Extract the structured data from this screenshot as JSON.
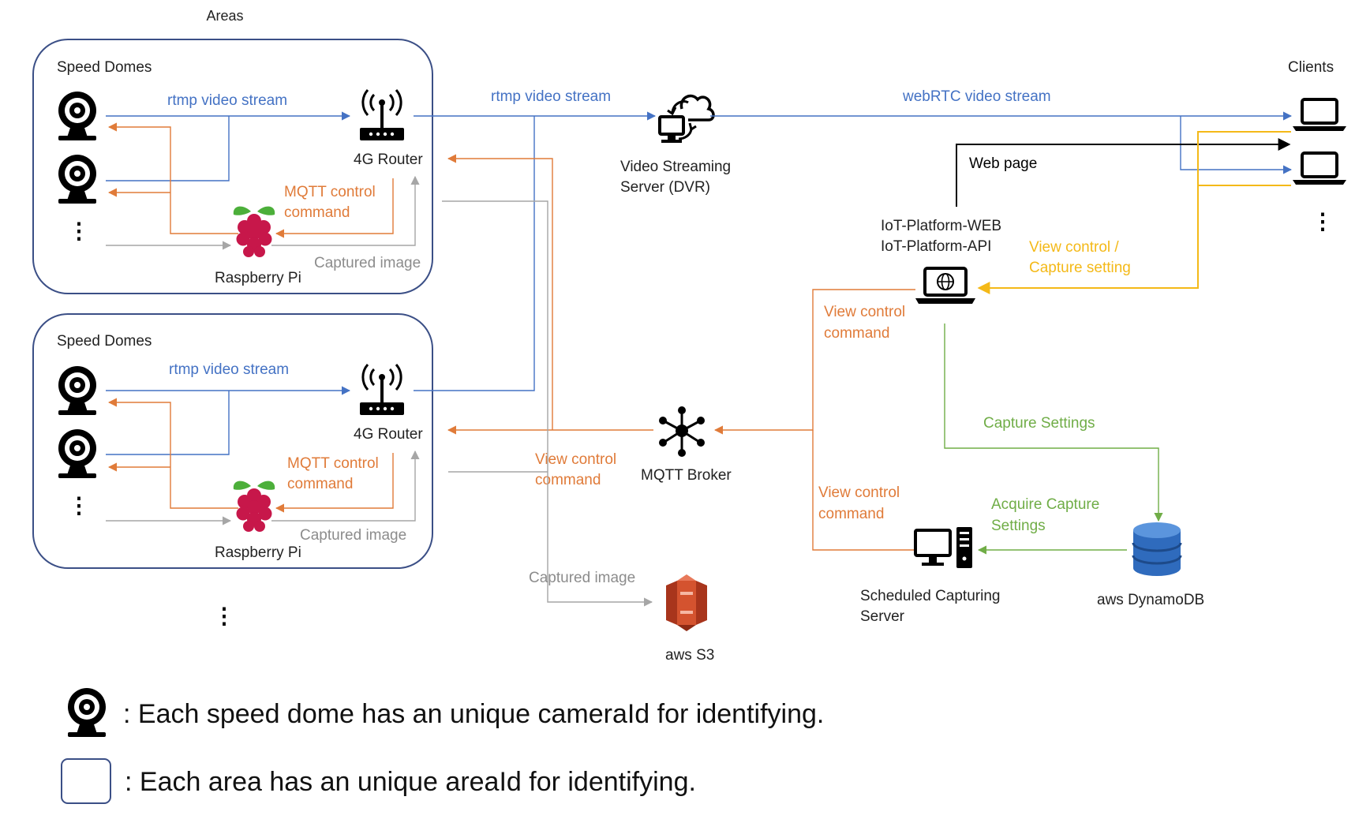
{
  "areas": {
    "title": "Areas",
    "blocks": [
      {
        "title": "Speed Domes",
        "stream_label": "rtmp video stream",
        "router_label": "4G Router",
        "mqtt_label_1": "MQTT control",
        "mqtt_label_2": "command",
        "captured_label": "Captured image",
        "pi_label": "Raspberry Pi"
      },
      {
        "title": "Speed Domes",
        "stream_label": "rtmp video stream",
        "router_label": "4G Router",
        "mqtt_label_1": "MQTT control",
        "mqtt_label_2": "command",
        "captured_label": "Captured image",
        "pi_label": "Raspberry Pi"
      }
    ],
    "ellipsis": "⋮"
  },
  "center": {
    "rtmp_label": "rtmp video stream",
    "vss_label_1": "Video Streaming",
    "vss_label_2": "Server (DVR)",
    "webrtc_label": "webRTC video stream",
    "mqtt_broker_label": "MQTT Broker",
    "view_control_1": "View control",
    "view_control_2": "command",
    "captured_label": "Captured image",
    "s3_label": "aws S3"
  },
  "right": {
    "clients_label": "Clients",
    "web_page_label": "Web page",
    "iot_web_label": "IoT-Platform-WEB",
    "iot_api_label": "IoT-Platform-API",
    "view_capture_1": "View control /",
    "view_capture_2": "Capture setting",
    "view_cmd_1": "View control",
    "view_cmd_2": "command",
    "capture_settings_label": "Capture Settings",
    "view_cmd2_1": "View control",
    "view_cmd2_2": "command",
    "acquire_1": "Acquire Capture",
    "acquire_2": "Settings",
    "scheduled_1": "Scheduled Capturing",
    "scheduled_2": "Server",
    "dynamo_label": "aws DynamoDB",
    "ellipsis": "⋮"
  },
  "legend": {
    "camera_text": ": Each speed dome has an unique cameraId for identifying.",
    "area_text": ": Each area has an unique areaId for identifying."
  },
  "colors": {
    "blue": "#4472c4",
    "orange": "#e07b39",
    "gray": "#a6a6a6",
    "green": "#70ad47",
    "yellow": "#f4b918",
    "area_border": "#3b4f86",
    "s3": "#d4532f",
    "dynamo": "#2f6bbd"
  }
}
